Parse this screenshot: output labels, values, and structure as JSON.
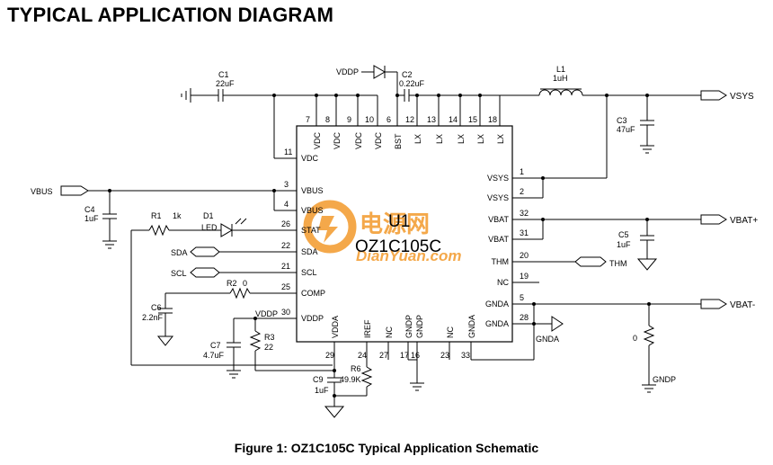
{
  "title": "TYPICAL APPLICATION DIAGRAM",
  "caption": "Figure 1: OZ1C105C Typical Application Schematic",
  "chip": {
    "ref": "U1",
    "part": "OZ1C105C"
  },
  "watermark": {
    "cn": "电源网",
    "en": "DianYuan.com",
    "color": "#f39a2b"
  },
  "pins_top": [
    {
      "num": "7",
      "name": "VDC"
    },
    {
      "num": "8",
      "name": "VDC"
    },
    {
      "num": "9",
      "name": "VDC"
    },
    {
      "num": "10",
      "name": "VDC"
    },
    {
      "num": "6",
      "name": "BST"
    },
    {
      "num": "12",
      "name": "LX"
    },
    {
      "num": "13",
      "name": "LX"
    },
    {
      "num": "14",
      "name": "LX"
    },
    {
      "num": "15",
      "name": "LX"
    },
    {
      "num": "18",
      "name": "LX"
    }
  ],
  "pins_left": [
    {
      "num": "11",
      "name": "VDC"
    },
    {
      "num": "3",
      "name": "VBUS"
    },
    {
      "num": "4",
      "name": "VBUS"
    },
    {
      "num": "26",
      "name": "STAT"
    },
    {
      "num": "22",
      "name": "SDA"
    },
    {
      "num": "21",
      "name": "SCL"
    },
    {
      "num": "25",
      "name": "COMP"
    },
    {
      "num": "30",
      "name": "VDDP"
    }
  ],
  "pins_right": [
    {
      "num": "1",
      "name": "VSYS"
    },
    {
      "num": "2",
      "name": "VSYS"
    },
    {
      "num": "32",
      "name": "VBAT"
    },
    {
      "num": "31",
      "name": "VBAT"
    },
    {
      "num": "20",
      "name": "THM"
    },
    {
      "num": "19",
      "name": "NC"
    },
    {
      "num": "5",
      "name": "GNDA"
    },
    {
      "num": "28",
      "name": "GNDA"
    }
  ],
  "pins_bottom": [
    {
      "num": "29",
      "name": "VDDA"
    },
    {
      "num": "24",
      "name": "IREF"
    },
    {
      "num": "27",
      "name": "NC"
    },
    {
      "num": "17",
      "name": "GNDP"
    },
    {
      "num": "16",
      "name": "GNDP"
    },
    {
      "num": "23",
      "name": "NC"
    },
    {
      "num": "33",
      "name": "GNDA"
    }
  ],
  "components": {
    "c1": {
      "ref": "C1",
      "value": "22uF"
    },
    "c2": {
      "ref": "C2",
      "value": "0.22uF"
    },
    "l1": {
      "ref": "L1",
      "value": "1uH"
    },
    "c3": {
      "ref": "C3",
      "value": "47uF"
    },
    "c4": {
      "ref": "C4",
      "value": "1uF"
    },
    "r1": {
      "ref": "R1",
      "value": "1k"
    },
    "d1": {
      "ref": "D1",
      "value": "LED"
    },
    "r2": {
      "ref": "R2",
      "value": "0"
    },
    "c5": {
      "ref": "C5",
      "value": "1uF"
    },
    "c6": {
      "ref": "C6",
      "value": "2.2nF"
    },
    "c7": {
      "ref": "C7",
      "value": "4.7uF"
    },
    "r3": {
      "ref": "R3",
      "value": "22"
    },
    "r6": {
      "ref": "R6",
      "value": "49.9K"
    },
    "c9": {
      "ref": "C9",
      "value": "1uF"
    },
    "r_gnd": {
      "value": "0"
    }
  },
  "nets": {
    "vddp_top": "VDDP",
    "vddp_left": "VDDP",
    "vsys": "VSYS",
    "vbus": "VBUS",
    "vbat_pos": "VBAT+",
    "vbat_neg": "VBAT-",
    "thm": "THM",
    "sda": "SDA",
    "scl": "SCL",
    "gnda": "GNDA",
    "gndp": "GNDP"
  }
}
